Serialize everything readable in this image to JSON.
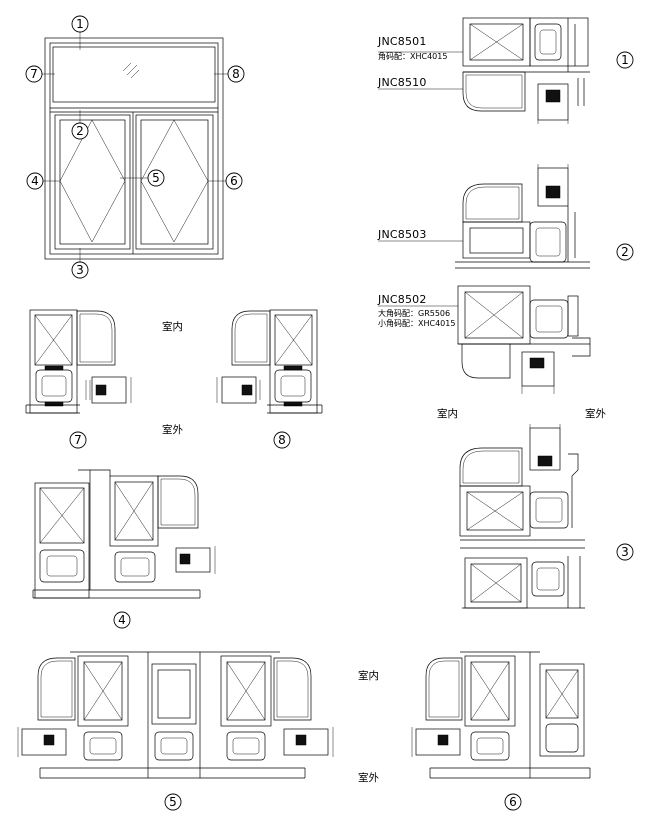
{
  "colors": {
    "line": "#000000",
    "background": "#ffffff"
  },
  "callouts": {
    "c1": "1",
    "c2": "2",
    "c3": "3",
    "c4": "4",
    "c5": "5",
    "c6": "6",
    "c7": "7",
    "c8": "8"
  },
  "labels": {
    "jnc8501": "JNC8501",
    "jnc8501_corner": "角码配：XHC4015",
    "jnc8510": "JNC8510",
    "jnc8503": "JNC8503",
    "jnc8502": "JNC8502",
    "jnc8502_large": "大角码配：GR5506",
    "jnc8502_small": "小角码配：XHC4015"
  },
  "sides": {
    "indoor": "室内",
    "outdoor": "室外"
  }
}
